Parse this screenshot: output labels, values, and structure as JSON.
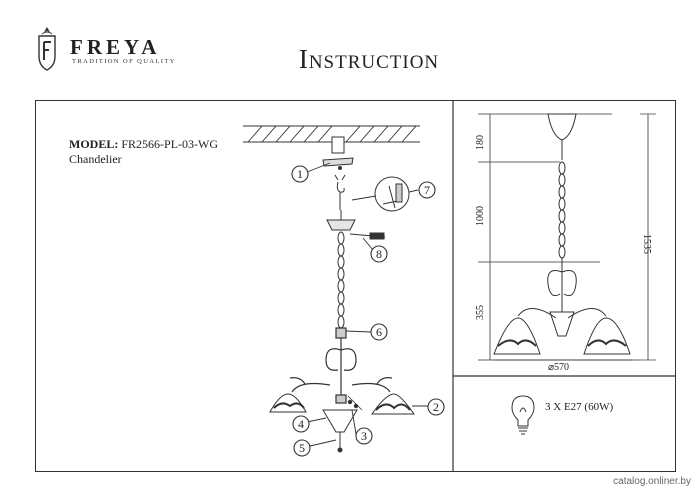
{
  "header": {
    "brand": "FREYA",
    "tagline": "TRADITION OF QUALITY",
    "heading": "Instruction"
  },
  "product": {
    "model_label": "MODEL:",
    "model_code": "FR2566-PL-03-WG",
    "type": "Chandelier"
  },
  "callouts": [
    "1",
    "2",
    "3",
    "4",
    "5",
    "6",
    "7",
    "8"
  ],
  "dimensions": {
    "canopy_height": "180",
    "chain_length": "1000",
    "body_height": "355",
    "total_height": "1535",
    "diameter": "⌀570"
  },
  "bulb_spec": "3 X E27 (60W)",
  "watermark": "catalog.onliner.by",
  "icons": [
    "freya-logo-icon",
    "bulb-icon"
  ],
  "colors": {
    "line": "#333333",
    "text": "#1a1a1a",
    "background": "#ffffff"
  }
}
